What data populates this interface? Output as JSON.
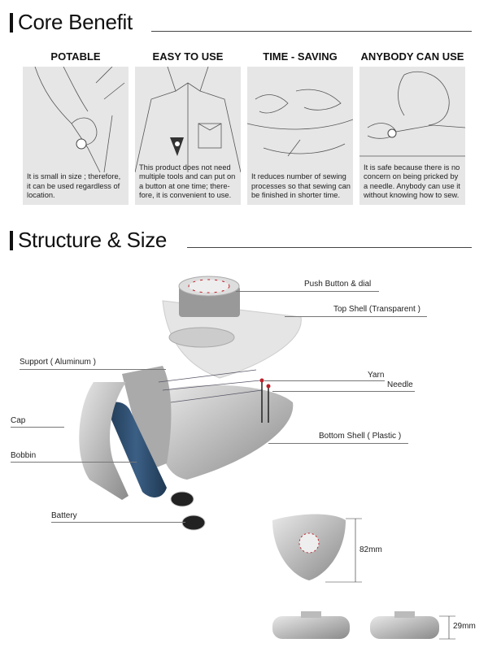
{
  "sections": {
    "core_benefit": "Core Benefit",
    "structure_size": "Structure & Size"
  },
  "benefits": [
    {
      "title": "POTABLE",
      "text": "It is small in size ; therefore, it can be used regardless of location."
    },
    {
      "title": "EASY TO USE",
      "text": "This product does not need multiple tools and can put on a button at one time; there-fore, it is convenient to use."
    },
    {
      "title": "TIME - SAVING",
      "text": "It reduces number of sewing processes so that sewing can be finished in shorter time."
    },
    {
      "title": "ANYBODY CAN USE",
      "text": "It is safe because there is no concern on being pricked by a needle. Anybody can use it without knowing how to sew."
    }
  ],
  "parts": {
    "push_button": "Push Button & dial",
    "top_shell": "Top Shell (Transparent )",
    "support": "Support ( Aluminum )",
    "yarn": "Yarn",
    "needle": "Needle",
    "cap": "Cap",
    "bottom_shell": "Bottom Shell ( Plastic )",
    "bobbin": "Bobbin",
    "battery": "Battery"
  },
  "dimensions": {
    "height": "82mm",
    "thickness": "29mm"
  },
  "colors": {
    "bobbin": "#2c4a6b",
    "accent_red": "#c0202a",
    "panel": "#e6e6e6"
  }
}
